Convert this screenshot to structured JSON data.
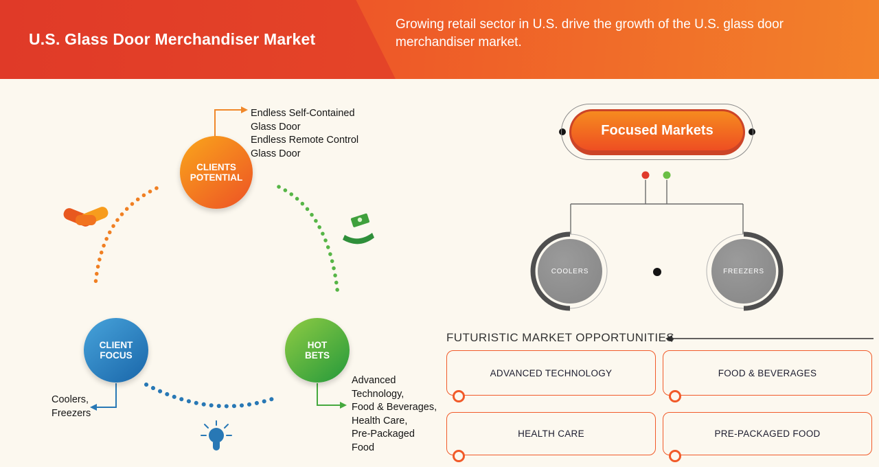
{
  "banner": {
    "title": "U.S. Glass Door Merchandiser Market",
    "subtitle": "Growing retail sector in U.S. drive the growth of the U.S. glass door merchandiser market."
  },
  "cycle": {
    "clients_potential": {
      "label": "CLIENTS\nPOTENTIAL",
      "note": "Endless Self-Contained\nGlass Door\nEndless Remote Control\nGlass Door"
    },
    "client_focus": {
      "label": "CLIENT\nFOCUS",
      "note": "Coolers,\nFreezers"
    },
    "hot_bets": {
      "label": "HOT\nBETS",
      "note": "Advanced\nTechnology,\nFood & Beverages,\nHealth Care,\nPre-Packaged\nFood"
    },
    "icons": [
      "handshake-icon",
      "hand-money-icon",
      "lightbulb-icon"
    ]
  },
  "market_tree": {
    "root_label": "Focused Markets",
    "nodes": [
      {
        "label": "COOLERS"
      },
      {
        "label": "FREEZERS"
      }
    ]
  },
  "opportunities": {
    "title": "FUTURISTIC MARKET OPPORTUNITIES",
    "boxes": [
      {
        "label": "ADVANCED TECHNOLOGY"
      },
      {
        "label": "FOOD & BEVERAGES"
      },
      {
        "label": "HEALTH CARE"
      },
      {
        "label": "PRE-PACKAGED FOOD"
      }
    ]
  },
  "colors": {
    "banner_left": "#e03a28",
    "banner_right": "#f3822a",
    "accent_orange": "#f15a29",
    "blue": "#2878b5",
    "green": "#3fa03c",
    "gray_node": "#8d8d8d",
    "background": "#fcf8ef"
  }
}
